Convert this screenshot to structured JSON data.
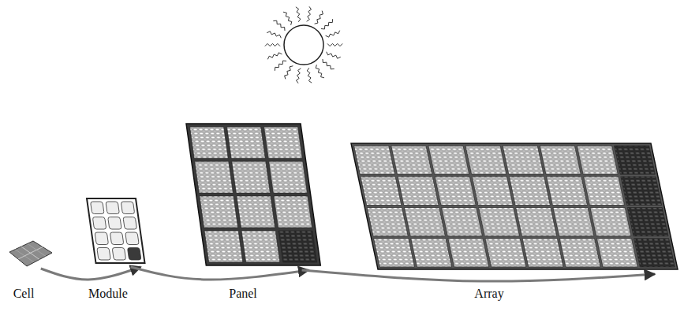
{
  "diagram": {
    "nodes": [
      {
        "text": [
          "Cell"
        ]
      },
      {
        "text": [
          "Module"
        ]
      },
      {
        "text": [
          "Panel"
        ]
      },
      {
        "text": [
          "Array"
        ]
      }
    ],
    "edges": [
      {
        "from": 0,
        "to": 1,
        "arrow": "to"
      },
      {
        "from": 1,
        "to": 2,
        "arrow": "to"
      },
      {
        "from": 2,
        "to": 3,
        "arrow": "to"
      }
    ]
  }
}
